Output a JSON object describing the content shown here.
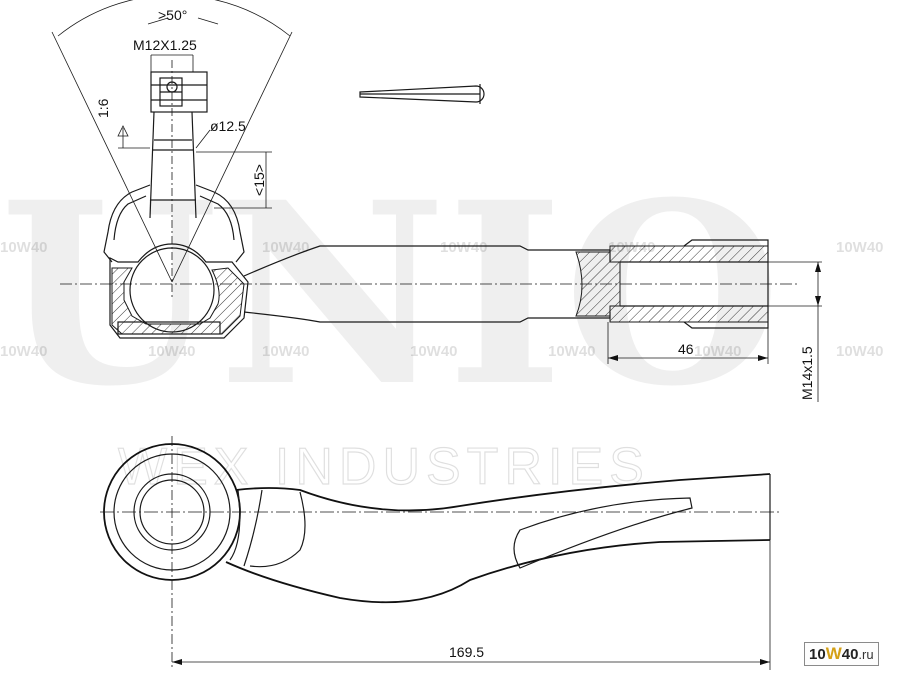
{
  "watermark": {
    "brand": "UNIO",
    "subtitle": "WEX INDUSTRIES",
    "site_tag": "10W40"
  },
  "dimensions": {
    "angle": ">50°",
    "thread_stud": "M12X1.25",
    "stud_diameter": "ø12.5",
    "taper_ratio": "1:6",
    "taper_length": "<15>",
    "thread_depth": "46",
    "thread_inner": "M14x1.5",
    "overall_length": "169.5"
  },
  "badge": {
    "num": "10",
    "w": "W",
    "num2": "40",
    "domain": ".ru"
  }
}
